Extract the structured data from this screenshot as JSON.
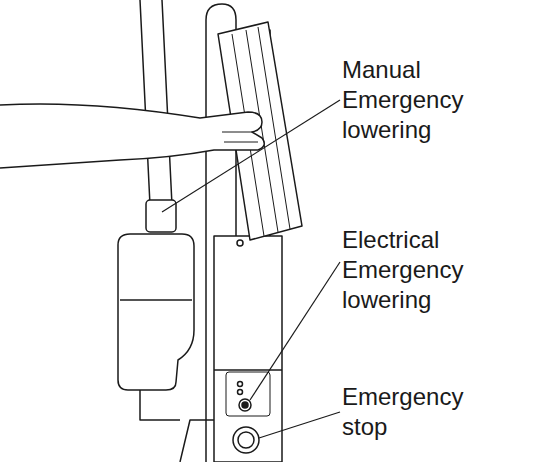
{
  "diagram": {
    "labels": [
      "Manual Emergency lowering",
      "Electrical Emergency lowering",
      "Emergency stop"
    ]
  }
}
